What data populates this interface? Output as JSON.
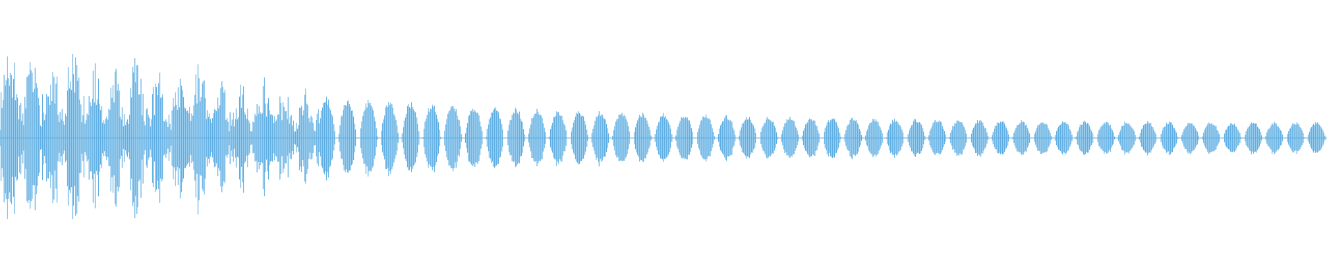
{
  "waveform": {
    "color": "#5dade2",
    "background": "#ffffff",
    "start_peak": 1.0,
    "end_peak": 0.18,
    "tone_pulse_count": 63,
    "noisy_intro_fraction": 0.24
  }
}
